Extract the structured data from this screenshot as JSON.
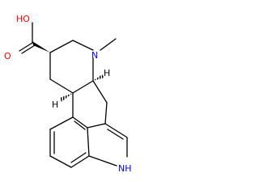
{
  "colors": {
    "bond": "#000000",
    "oxygen": "#ff0000",
    "nitrogen": "#0000ff",
    "background": "#ffffff"
  },
  "atom_labels": {
    "hydroxyl": "HO",
    "carbonyl_o": "O",
    "amine_n": "N",
    "pyrrole_nh": "NH",
    "h_upper": "H",
    "h_lower": "H"
  }
}
